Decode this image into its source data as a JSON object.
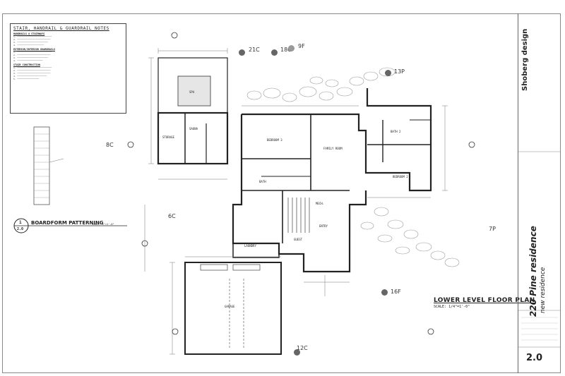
{
  "notes": {
    "title": "STAIR, HANDRAIL & GUARDRAIL NOTES",
    "section1": "HANDRAILS @ STAIRWAYS",
    "section2": "EXTERIOR/INTERIOR GUARDRAILS",
    "section3": "STAIR CONSTRUCTION"
  },
  "plan": {
    "title": "LOWER LEVEL FLOOR PLAN",
    "scale": "SCALE: 1/4\"=1'-0\""
  },
  "detail": {
    "number": "1",
    "sheet": "2.0",
    "title": "BOARDFORM PATTERNING",
    "scale": "SCALE: 1\"=1'-0\""
  },
  "title_block": {
    "firm": "Shoberg design",
    "project": "220 Pine residence",
    "subtitle": "new residence",
    "sheet_number": "2.0"
  },
  "rooms": {
    "spa": "SPA",
    "storage": "STORAGE",
    "sauna": "SAUNA",
    "bedroom3": "BEDROOM 3",
    "family_room": "FAMILY ROOM",
    "bath2": "BATH 2",
    "bedroom2": "BEDROOM 2",
    "bath": "BATH",
    "mech": "MECH.",
    "laundry": "LAUNDRY",
    "entry": "ENTRY",
    "garage": "GARAGE",
    "guest": "GUEST"
  },
  "tags": {
    "t21c": "21C",
    "t18c": "18C",
    "t9f": "9F",
    "t13p": "13P",
    "t8c": "8C",
    "t6c": "6C",
    "t7p": "7P",
    "t16f": "16F",
    "t12c": "12C"
  }
}
